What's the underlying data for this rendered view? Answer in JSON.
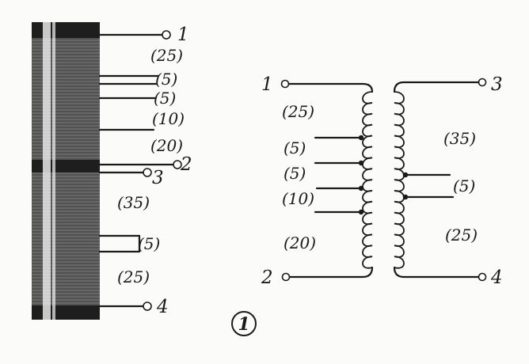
{
  "figure_number": "1",
  "coil_view": {
    "terminals": [
      "1",
      "2",
      "3",
      "4"
    ],
    "section_labels": [
      "(25)",
      "(5)",
      "(5)",
      "(10)",
      "(20)",
      "(35)",
      "(5)",
      "(25)"
    ]
  },
  "schematic": {
    "primary": {
      "terminal_top": "1",
      "terminal_bottom": "2",
      "section_labels": [
        "(25)",
        "(5)",
        "(5)",
        "(10)",
        "(20)"
      ]
    },
    "secondary": {
      "terminal_top": "3",
      "terminal_bottom": "4",
      "section_labels": [
        "(35)",
        "(5)",
        "(25)"
      ]
    }
  },
  "colors": {
    "ink": "#1a1a1a",
    "paper": "#fbfbfa"
  }
}
